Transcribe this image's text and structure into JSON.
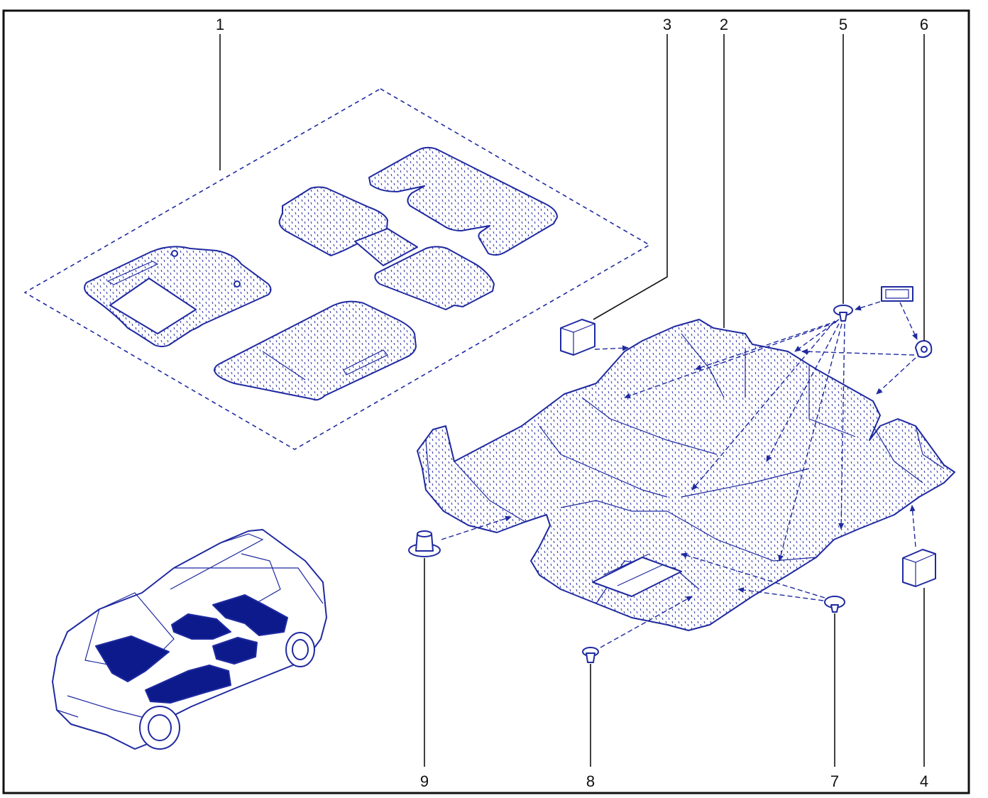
{
  "callouts": [
    {
      "id": "1",
      "label": "1"
    },
    {
      "id": "2",
      "label": "2"
    },
    {
      "id": "3",
      "label": "3"
    },
    {
      "id": "4",
      "label": "4"
    },
    {
      "id": "5",
      "label": "5"
    },
    {
      "id": "6",
      "label": "6"
    },
    {
      "id": "7",
      "label": "7"
    },
    {
      "id": "8",
      "label": "8"
    },
    {
      "id": "9",
      "label": "9"
    }
  ],
  "colors": {
    "line": "#1f2aa0",
    "fill_dark": "#0d1a8c",
    "frame": "#111111",
    "background": "#ffffff"
  }
}
